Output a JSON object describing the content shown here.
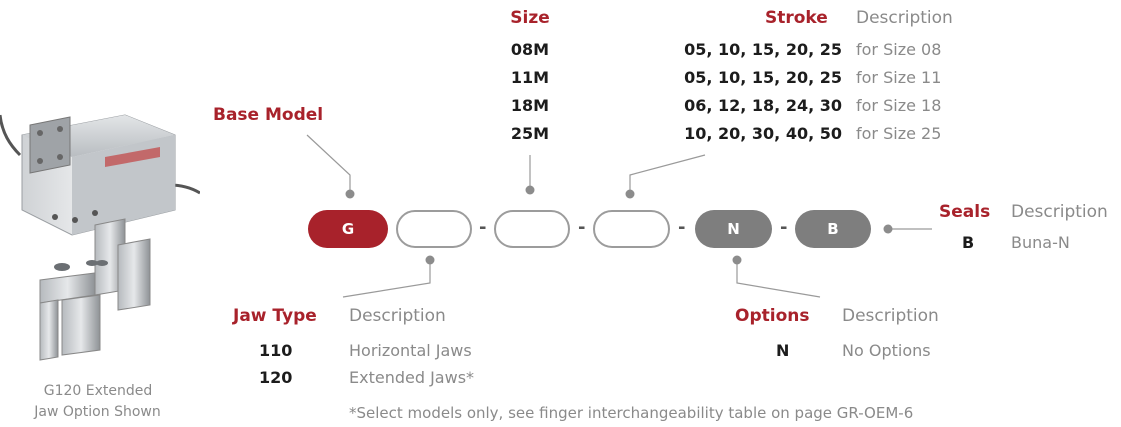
{
  "size": {
    "header": "Size",
    "values": [
      "08M",
      "11M",
      "18M",
      "25M"
    ]
  },
  "stroke": {
    "header": "Stroke",
    "desc_header": "Description",
    "values": [
      "05, 10, 15, 20, 25",
      "05, 10, 15, 20, 25",
      "06, 12, 18, 24, 30",
      "10, 20, 30, 40, 50"
    ],
    "descriptions": [
      "for Size 08",
      "for Size 11",
      "for Size 18",
      "for Size 25"
    ]
  },
  "base_model": {
    "label": "Base Model"
  },
  "code": {
    "segments": [
      "G",
      "",
      "",
      "",
      "N",
      "B"
    ],
    "separator": "-"
  },
  "seals": {
    "header": "Seals",
    "desc_header": "Description",
    "code": "B",
    "description": "Buna-N"
  },
  "jaw_type": {
    "header": "Jaw Type",
    "desc_header": "Description",
    "rows": [
      {
        "code": "110",
        "description": "Horizontal Jaws"
      },
      {
        "code": "120",
        "description": "Extended Jaws*"
      }
    ]
  },
  "options": {
    "header": "Options",
    "desc_header": "Description",
    "code": "N",
    "description": "No Options"
  },
  "image": {
    "caption_line1": "G120 Extended",
    "caption_line2": "Jaw Option Shown"
  },
  "footnote": "*Select models only, see finger interchangeability table on page GR-OEM-6",
  "colors": {
    "brand_red": "#a8222b",
    "gray_text": "#8a8a8a",
    "filled_pill": "#7e7e7e",
    "outline": "#9c9c9c"
  }
}
